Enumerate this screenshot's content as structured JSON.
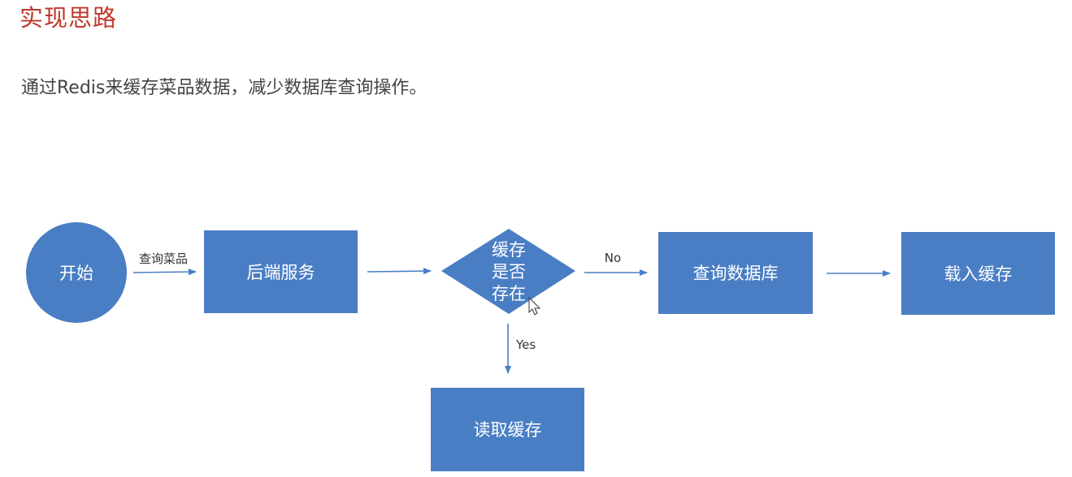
{
  "page": {
    "title": "实现思路",
    "subtitle": "通过Redis来缓存菜品数据，减少数据库查询操作。"
  },
  "diagram": {
    "colors": {
      "node_fill": "#4a7ec4",
      "edge": "#4a7ec4"
    },
    "nodes": {
      "start": "开始",
      "backend": "后端服务",
      "decision": [
        "缓存",
        "是否",
        "存在"
      ],
      "query_db": "查询数据库",
      "load_cache": "载入缓存",
      "read_cache": "读取缓存"
    },
    "edges": {
      "start_to_backend": "查询菜品",
      "decision_no": "No",
      "decision_yes": "Yes"
    }
  }
}
